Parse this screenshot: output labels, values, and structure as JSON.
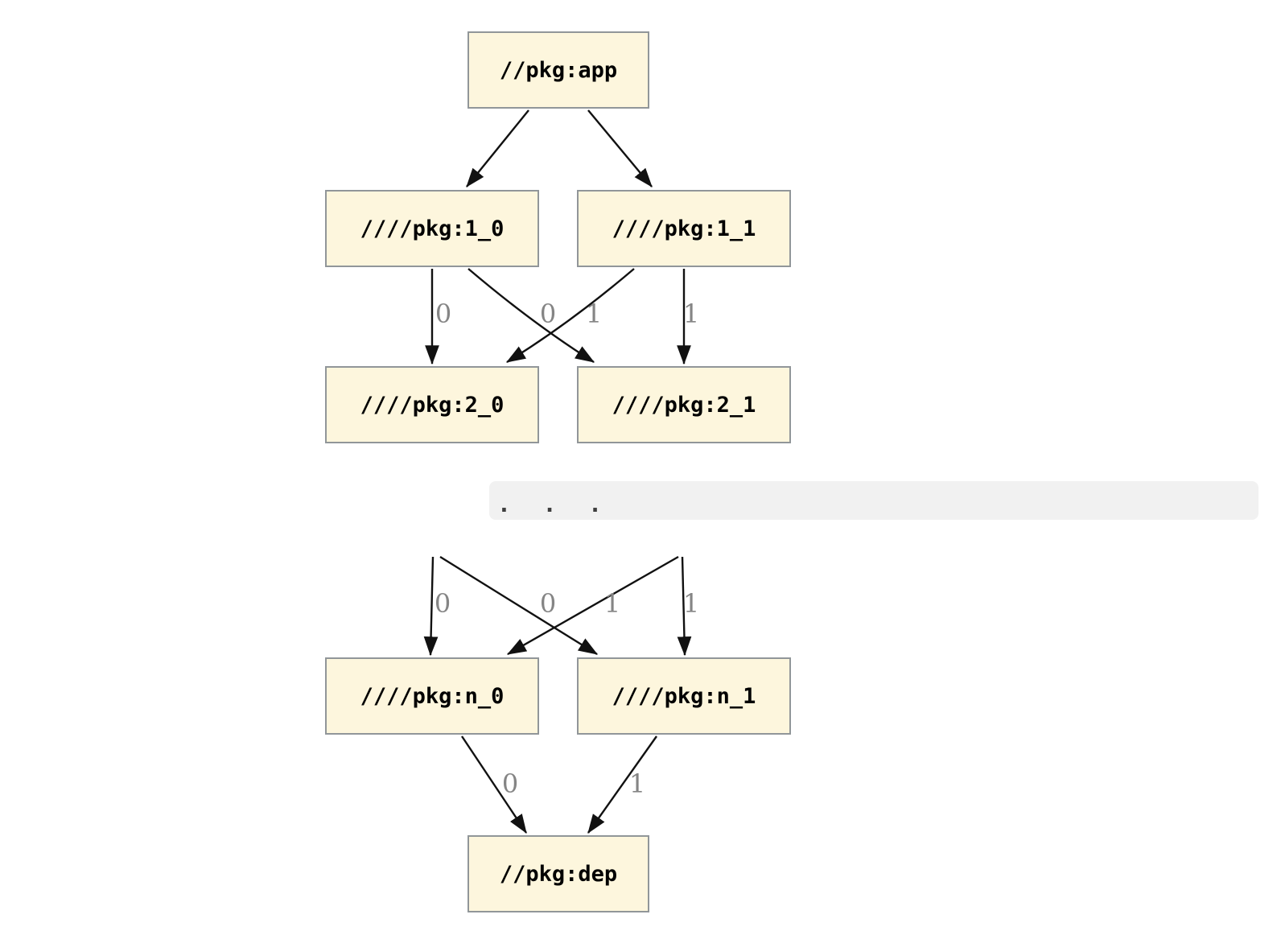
{
  "diagram": {
    "kind": "build-dependency-graph",
    "colors": {
      "background": "#ffffff",
      "node_fill": "#fdf6dd",
      "node_border": "#919699",
      "edge": "#111111",
      "edge_label": "#858585",
      "ellipsis_bar": "#f1f1f1",
      "ellipsis_dots": "#3d3d3d"
    },
    "nodes": [
      {
        "id": "app",
        "label": "//pkg:app"
      },
      {
        "id": "pkg1_0",
        "label": "////pkg:1_0"
      },
      {
        "id": "pkg1_1",
        "label": "////pkg:1_1"
      },
      {
        "id": "pkg2_0",
        "label": "////pkg:2_0"
      },
      {
        "id": "pkg2_1",
        "label": "////pkg:2_1"
      },
      {
        "id": "pkgn_0",
        "label": "////pkg:n_0"
      },
      {
        "id": "pkgn_1",
        "label": "////pkg:n_1"
      },
      {
        "id": "dep",
        "label": "//pkg:dep"
      }
    ],
    "ellipsis": {
      "text": ".  .  ."
    },
    "edges": [
      {
        "from": "//pkg:app",
        "to": "////pkg:1_0",
        "label": ""
      },
      {
        "from": "//pkg:app",
        "to": "////pkg:1_1",
        "label": ""
      },
      {
        "from": "////pkg:1_0",
        "to": "////pkg:2_0",
        "label": "0"
      },
      {
        "from": "////pkg:1_0",
        "to": "////pkg:2_1",
        "label": "1"
      },
      {
        "from": "////pkg:1_1",
        "to": "////pkg:2_0",
        "label": "0"
      },
      {
        "from": "////pkg:1_1",
        "to": "////pkg:2_1",
        "label": "1"
      },
      {
        "from": "...",
        "to": "////pkg:n_0",
        "label": "0"
      },
      {
        "from": "...",
        "to": "////pkg:n_1",
        "label": "1"
      },
      {
        "from": "...",
        "to": "////pkg:n_0",
        "label": "0"
      },
      {
        "from": "...",
        "to": "////pkg:n_1",
        "label": "1"
      },
      {
        "from": "////pkg:n_0",
        "to": "//pkg:dep",
        "label": "0"
      },
      {
        "from": "////pkg:n_1",
        "to": "//pkg:dep",
        "label": "1"
      }
    ]
  }
}
